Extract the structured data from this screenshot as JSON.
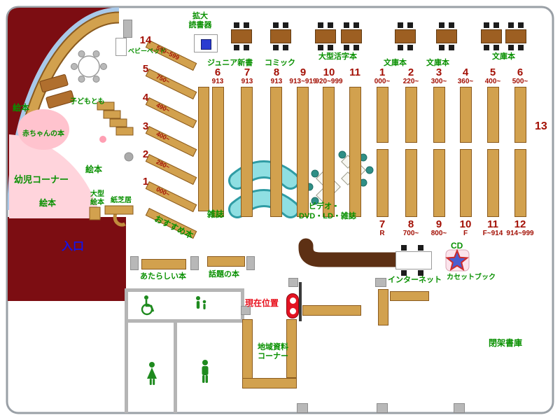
{
  "labels": {
    "magnifier_l1": "拡大",
    "magnifier_l2": "読書器",
    "baby_bed": "ベビーベッド",
    "ehon1": "絵本",
    "ehon2": "絵本",
    "ehon3": "絵本",
    "ogata_l1": "大型",
    "ogata_l2": "絵本",
    "kamishibai": "紙芝居",
    "toddler": "幼児コーナー",
    "baby_books": "赤ちゃんの本",
    "kodomo": "子どもとも",
    "entrance": "入口",
    "zasshi": "雑誌",
    "video_l1": "ビデオ・",
    "video_l2": "DVD・LD・雑誌",
    "osusume": "おすすめ本",
    "new_books": "あたらしい本",
    "topic_books": "話題の本",
    "current": "現在位置",
    "internet": "インターネット",
    "cd": "CD",
    "cassette": "カセットブック",
    "local_l1": "地域資料",
    "local_l2": "コーナー",
    "closed": "閉架書庫",
    "area13": "13"
  },
  "headers": [
    "ジュニア新書",
    "コミック",
    "大型活字本",
    "文庫本",
    "文庫本",
    "文庫本"
  ],
  "groupA": [
    {
      "num": "6",
      "code": "913"
    },
    {
      "num": "7",
      "code": "913"
    },
    {
      "num": "8",
      "code": "913"
    },
    {
      "num": "9",
      "code": "913~919"
    },
    {
      "num": "10",
      "code": "920~999"
    },
    {
      "num": "11",
      "code": ""
    }
  ],
  "groupB_top": [
    {
      "num": "1",
      "code": "000~"
    },
    {
      "num": "2",
      "code": "220~"
    },
    {
      "num": "3",
      "code": "300~"
    },
    {
      "num": "4",
      "code": "360~"
    },
    {
      "num": "5",
      "code": "400~"
    },
    {
      "num": "6",
      "code": "500~"
    }
  ],
  "groupB_bottom": [
    {
      "num": "7",
      "code": "R"
    },
    {
      "num": "8",
      "code": "700~"
    },
    {
      "num": "9",
      "code": "800~"
    },
    {
      "num": "10",
      "code": "F"
    },
    {
      "num": "11",
      "code": "F~914"
    },
    {
      "num": "12",
      "code": "914~999"
    }
  ],
  "diagonals": [
    {
      "num": "14",
      "range": "590~599"
    },
    {
      "num": "5",
      "range": "750~"
    },
    {
      "num": "4",
      "range": "490~"
    },
    {
      "num": "3",
      "range": "400~"
    },
    {
      "num": "2",
      "range": "280~"
    },
    {
      "num": "1",
      "range": "000~"
    }
  ],
  "colors": {
    "wall_block": "#7c0d12",
    "shelf": "#d2a14e",
    "label_green": "#089000",
    "label_darkred": "#a31005",
    "entrance_blue": "#1414e6",
    "current_red": "#e8101c",
    "magazine_rack_cyan": "#8fdfe2"
  }
}
